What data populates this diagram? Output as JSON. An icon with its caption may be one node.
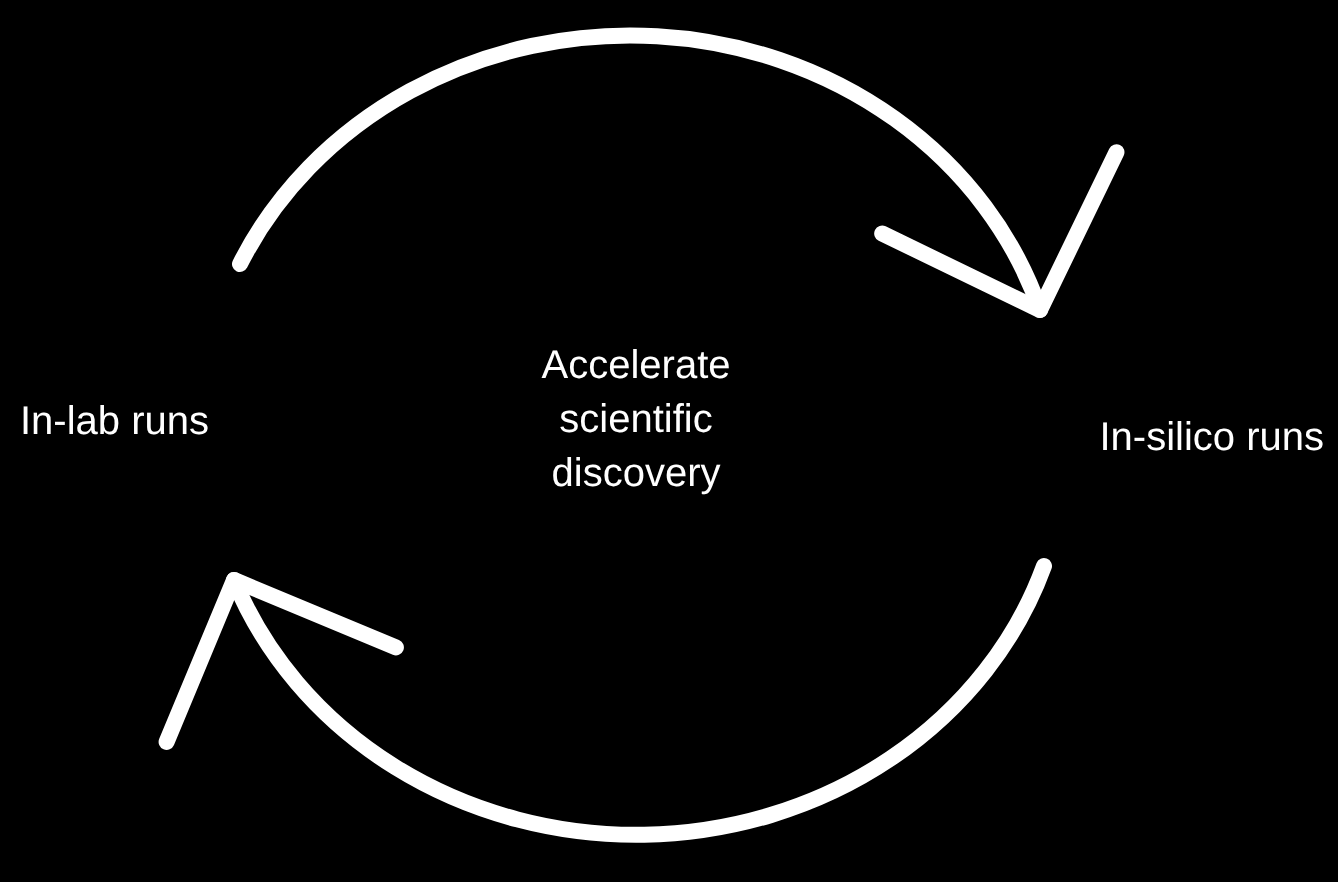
{
  "diagram": {
    "nodes": [
      {
        "text": [
          "In-lab runs"
        ]
      },
      {
        "text": [
          "In-silico runs"
        ]
      }
    ],
    "edges": [
      {
        "from": 0,
        "to": 1,
        "arrow": "to"
      },
      {
        "from": 1,
        "to": 0,
        "arrow": "to"
      }
    ],
    "labels": [
      "Accelerate scientific discovery"
    ]
  }
}
